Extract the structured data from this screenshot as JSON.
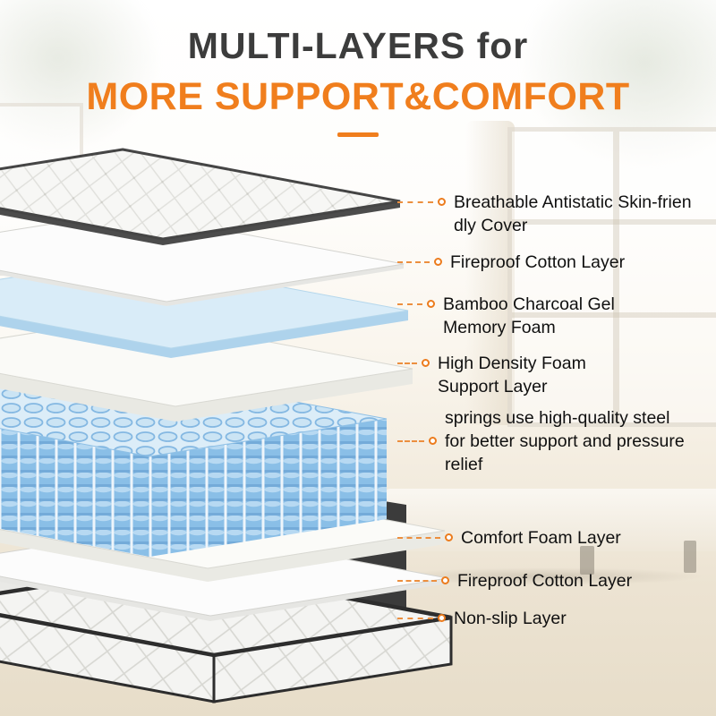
{
  "header": {
    "title": "MULTI-LAYERS for",
    "subtitle": "MORE SUPPORT&COMFORT"
  },
  "labels": [
    {
      "lines": [
        "Breathable Antistatic Skin-frien",
        "dly Cover"
      ]
    },
    {
      "lines": [
        "Fireproof Cotton Layer"
      ]
    },
    {
      "lines": [
        "Bamboo Charcoal Gel",
        "Memory Foam"
      ]
    },
    {
      "lines": [
        "High Density Foam",
        "Support Layer"
      ]
    },
    {
      "lines": [
        "springs use high-quality steel",
        "for better support and pressure",
        "relief"
      ]
    },
    {
      "lines": [
        "Comfort Foam Layer"
      ]
    },
    {
      "lines": [
        "Fireproof Cotton Layer"
      ]
    },
    {
      "lines": [
        "Non-slip Layer"
      ]
    }
  ],
  "colors": {
    "accent_orange": "#F07E1D",
    "leader_orange": "#EC8F3F",
    "heading_dark": "#3C3C3C",
    "label_text": "#101010",
    "spring_blue": "#8ABFE7",
    "gel_blue": "#D9ECF8"
  }
}
